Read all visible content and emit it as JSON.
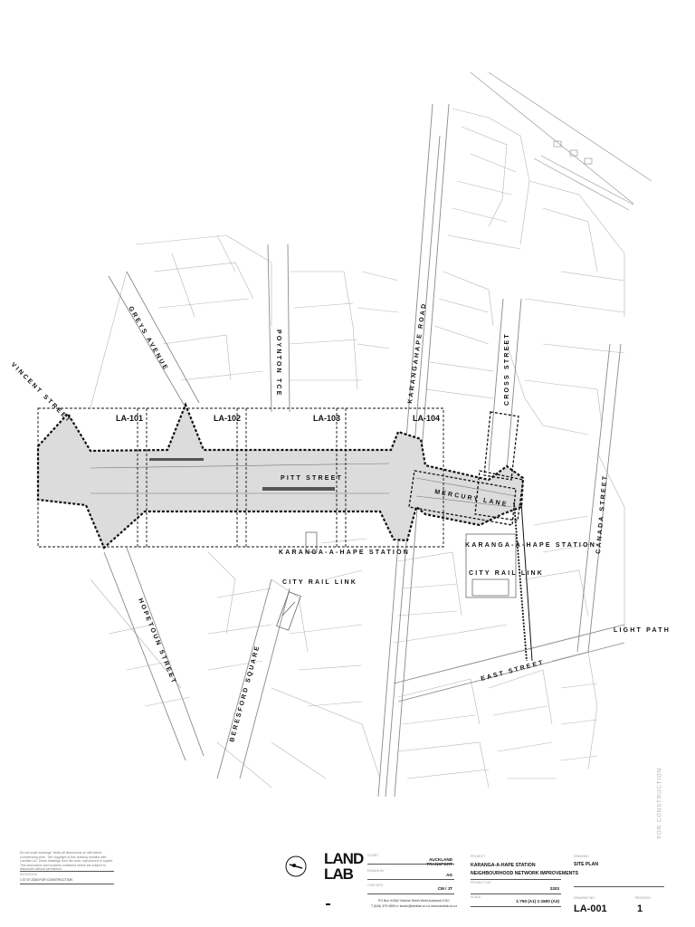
{
  "streets": {
    "vincent": "VINCENT STREET",
    "greys": "GREYS AVENUE",
    "poynton": "POYNTON TCE",
    "karangahape": "KARANGAHAPE ROAD",
    "cross": "CROSS STREET",
    "canada": "CANADA STREET",
    "pitt": "PITT STREET",
    "mercury": "MERCURY LANE",
    "hopetoun": "HOPETOUN STREET",
    "beresford": "BERESFORD SQUARE",
    "east": "EAST STREET",
    "light_path": "LIGHT PATH"
  },
  "station_labels": {
    "west_station": "KARANGA-A-HAPE STATION",
    "west_crl": "CITY RAIL LINK",
    "east_station": "KARANGA-A-HAPE STATION",
    "east_crl": "CITY RAIL LINK"
  },
  "sheets": [
    "LA-101",
    "LA-102",
    "LA-103",
    "LA-104"
  ],
  "margin_note": "FOR CONSTRUCTION",
  "title_block": {
    "notes": "Do not scale drawings. Verify all dimensions on site before commencing work. The copyright of this drawing remains with Landlab Ltd. These drawings form the work, reproduced or copied. This information and contents contained herein are subject to disclosure without permission.",
    "revision_label": "REVISIONS",
    "revision_entry": "1    07.07.2026    FOR CONSTRUCTION",
    "logo_line1": "LAND",
    "logo_line2": "LAB",
    "client_label": "CLIENT",
    "client": "AUCKLAND TRANSPORT",
    "drawn_label": "DRAWN BY",
    "drawn": "AG",
    "checked_label": "CHECKED",
    "checked": "CM / JT",
    "address": "PO Box 91062   Victoria Street West   Auckland 1010",
    "contact": "T (649) 379 0809   e: studio@landlab.co.nz   www.landlab.co.nz",
    "project_label": "PROJECT",
    "project_line1": "KARANGA-A-HAPE STATION",
    "project_line2": "NEIGHBOURHOOD NETWORK IMPROVEMENTS",
    "project_no_label": "PROJECT NO",
    "project_no": "2203",
    "scale_label": "SCALE",
    "scale": "1:750 (A1)   1:1500 (A3)",
    "drawing_label": "DRAWING",
    "drawing": "SITE PLAN",
    "drawing_no_label": "DRAWING NO",
    "drawing_no": "LA-001",
    "revision_no_label": "REVISION",
    "revision_no": "1"
  }
}
